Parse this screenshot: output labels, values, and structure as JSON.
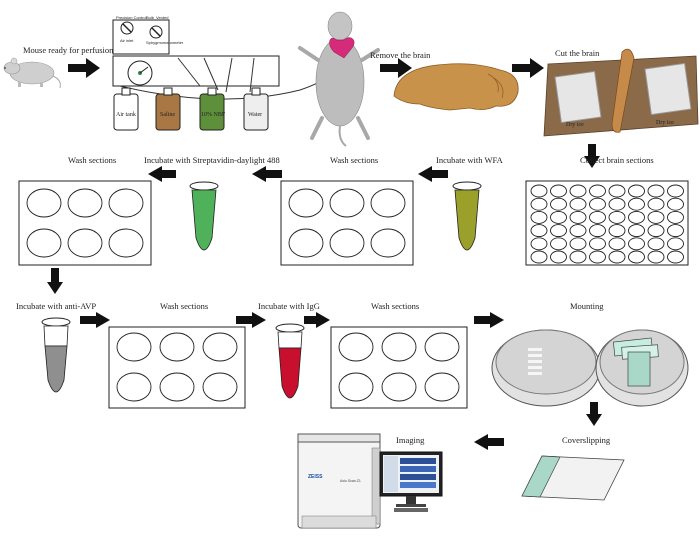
{
  "labels": {
    "mouse_ready": "Mouse ready for perfusion",
    "remove_brain": "Remove the brain",
    "cut_brain": "Cut the brain",
    "collect_sections": "Collect brain sections",
    "incubate_wfa": "Incubate with WFA",
    "wash_sections_1": "Wash sections",
    "incubate_streptavidin": "Incubate with Streptavidin-daylight 488",
    "wash_sections_2": "Wash sections",
    "incubate_avp": "Incubate with anti-AVP",
    "wash_sections_3": "Wash sections",
    "incubate_igg": "Incubate with IgG",
    "wash_sections_4": "Wash sections",
    "mounting": "Mounting",
    "coverslipping": "Coverslipping",
    "imaging": "Imaging"
  },
  "perfusion": {
    "bottles": [
      "Air tank",
      "Saline",
      "10% NBF",
      "Water"
    ],
    "valve_labels": [
      "Precision Control",
      "Bulb",
      "Vented",
      "Air inlet",
      "Sphygmomanometer"
    ]
  },
  "cutting": {
    "dry_ice_left": "Dry ice",
    "dry_ice_right": "Dry ice"
  },
  "microscope": {
    "brand": "ZEISS",
    "model": "Axio Scan.Z1"
  },
  "colors": {
    "arrow": "#111111",
    "brain": "#c9924a",
    "heart": "#d62a7a",
    "saline": "#a97744",
    "nbf": "#5e8f3a",
    "wfa_tube": "#9aa02a",
    "streptavidin_tube": "#4fb25a",
    "avp_tube": "#8f8f8f",
    "igg_tube": "#c8102e",
    "board": "#8a6a48",
    "slide": "#a9d8c8"
  }
}
